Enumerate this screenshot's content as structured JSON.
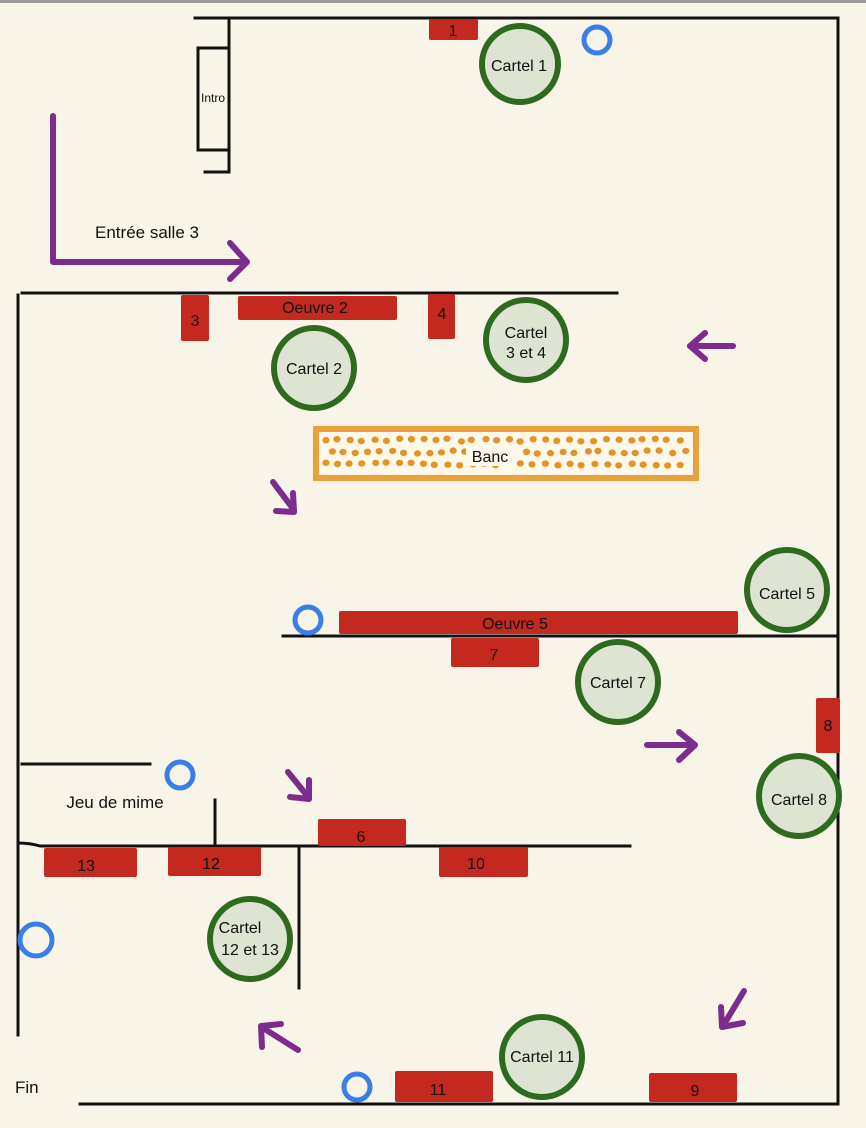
{
  "colors": {
    "background": "#f8f5e8",
    "artwork": "#c4291f",
    "cartel_fill": "#dde5d2",
    "cartel_ring": "#2f6b1e",
    "marker": "#3a7ee8",
    "arrow": "#7b2c8c",
    "bench_border": "#e9a23b",
    "bench_dots": "#e29426",
    "wall": "#111111"
  },
  "labels": {
    "intro": "Intro",
    "entrance": "Entrée salle 3",
    "bench": "Banc",
    "mime_game": "Jeu de mime",
    "end": "Fin"
  },
  "artworks": [
    {
      "id": "artwork-1",
      "label": "1"
    },
    {
      "id": "artwork-oeuvre-2",
      "label": "Oeuvre 2"
    },
    {
      "id": "artwork-3",
      "label": "3"
    },
    {
      "id": "artwork-4",
      "label": "4"
    },
    {
      "id": "artwork-oeuvre-5",
      "label": "Oeuvre 5"
    },
    {
      "id": "artwork-7",
      "label": "7"
    },
    {
      "id": "artwork-8",
      "label": "8"
    },
    {
      "id": "artwork-6",
      "label": "6"
    },
    {
      "id": "artwork-10",
      "label": "10"
    },
    {
      "id": "artwork-12",
      "label": "12"
    },
    {
      "id": "artwork-13",
      "label": "13"
    },
    {
      "id": "artwork-11",
      "label": "11"
    },
    {
      "id": "artwork-9",
      "label": "9"
    }
  ],
  "cartels": [
    {
      "id": "cartel-1",
      "lines": [
        "Cartel 1"
      ]
    },
    {
      "id": "cartel-2",
      "lines": [
        "Cartel 2"
      ]
    },
    {
      "id": "cartel-3-4",
      "lines": [
        "Cartel",
        "3 et 4"
      ]
    },
    {
      "id": "cartel-5",
      "lines": [
        "Cartel 5"
      ]
    },
    {
      "id": "cartel-7",
      "lines": [
        "Cartel 7"
      ]
    },
    {
      "id": "cartel-8",
      "lines": [
        "Cartel 8"
      ]
    },
    {
      "id": "cartel-12-13",
      "lines": [
        "Cartel",
        "12 et 13"
      ]
    },
    {
      "id": "cartel-11",
      "lines": [
        "Cartel 11"
      ]
    }
  ]
}
